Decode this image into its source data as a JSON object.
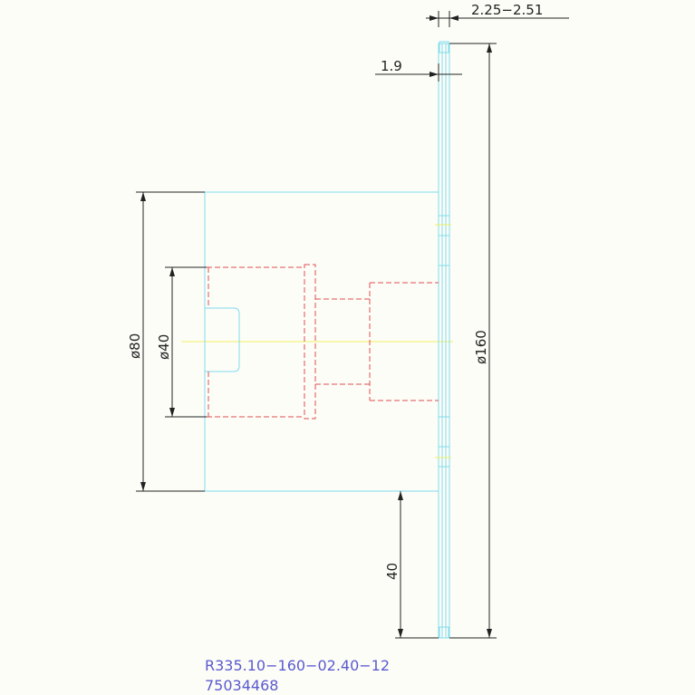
{
  "colors": {
    "background": "#fdfdf8",
    "outline": "#7fdcec",
    "hidden": "#e05050",
    "centerline": "#f0f060",
    "dimension": "#222222",
    "part_text": "#5a5acf"
  },
  "dimensions": {
    "thickness_range": "2.25−2.51",
    "hub_offset": "1.9",
    "outer_diameter": "ø160",
    "body_diameter": "ø80",
    "bore_diameter": "ø40",
    "edge_gap": "40"
  },
  "part": {
    "code": "R335.10−160−02.40−12",
    "number": "75034468"
  }
}
